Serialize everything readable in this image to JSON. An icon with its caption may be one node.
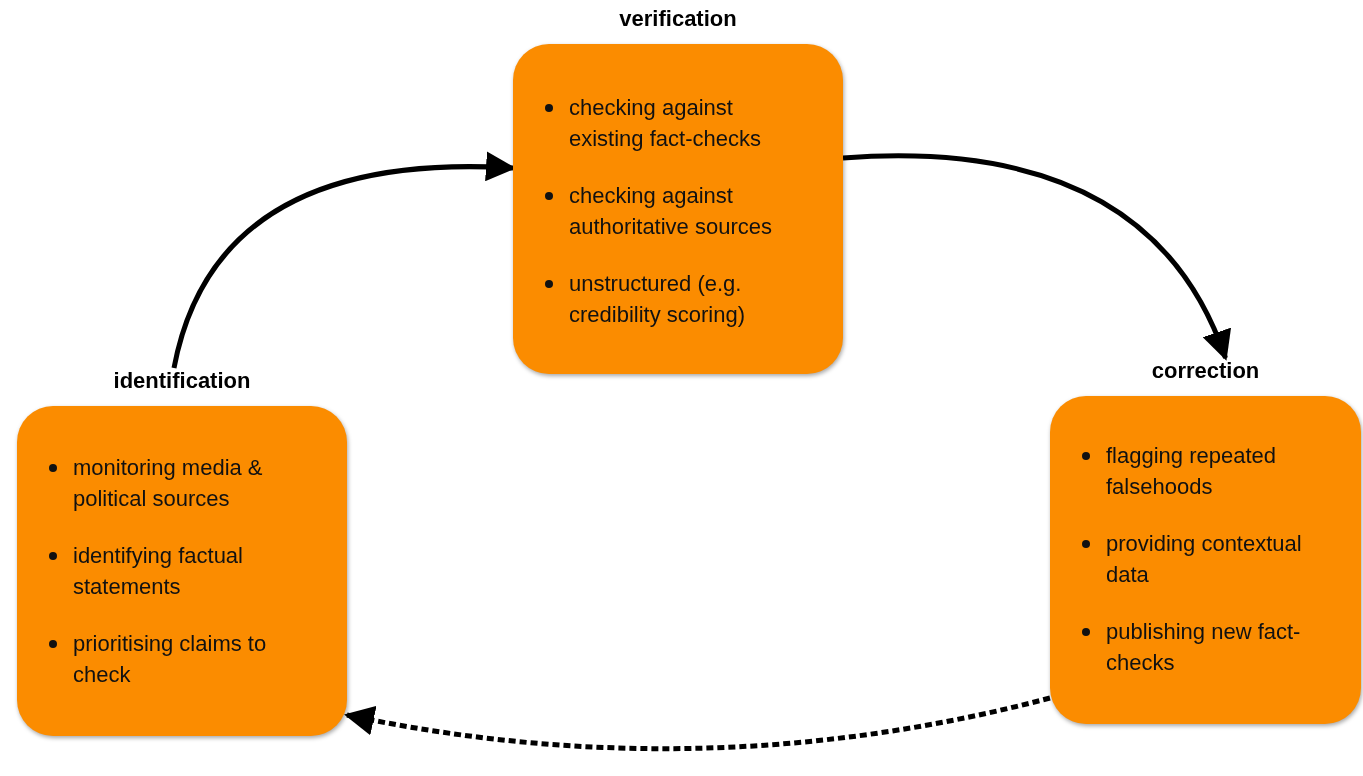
{
  "diagram": {
    "nodes": [
      {
        "text": [
          "verification",
          "checking against existing fact-checks",
          "checking against authoritative sources",
          "unstructured (e.g. credibility scoring)"
        ]
      },
      {
        "text": [
          "correction",
          "flagging repeated falsehoods",
          "providing contextual data",
          "publishing new fact-checks"
        ]
      },
      {
        "text": [
          "identification",
          "monitoring media & political sources",
          "identifying factual statements",
          "prioritising claims to check"
        ]
      }
    ],
    "edges": [
      {
        "from": 2,
        "to": 0,
        "arrow": "to"
      },
      {
        "from": 0,
        "to": 1,
        "arrow": "to"
      },
      {
        "from": 1,
        "to": 2,
        "arrow": "to",
        "style": "dashed"
      }
    ]
  }
}
